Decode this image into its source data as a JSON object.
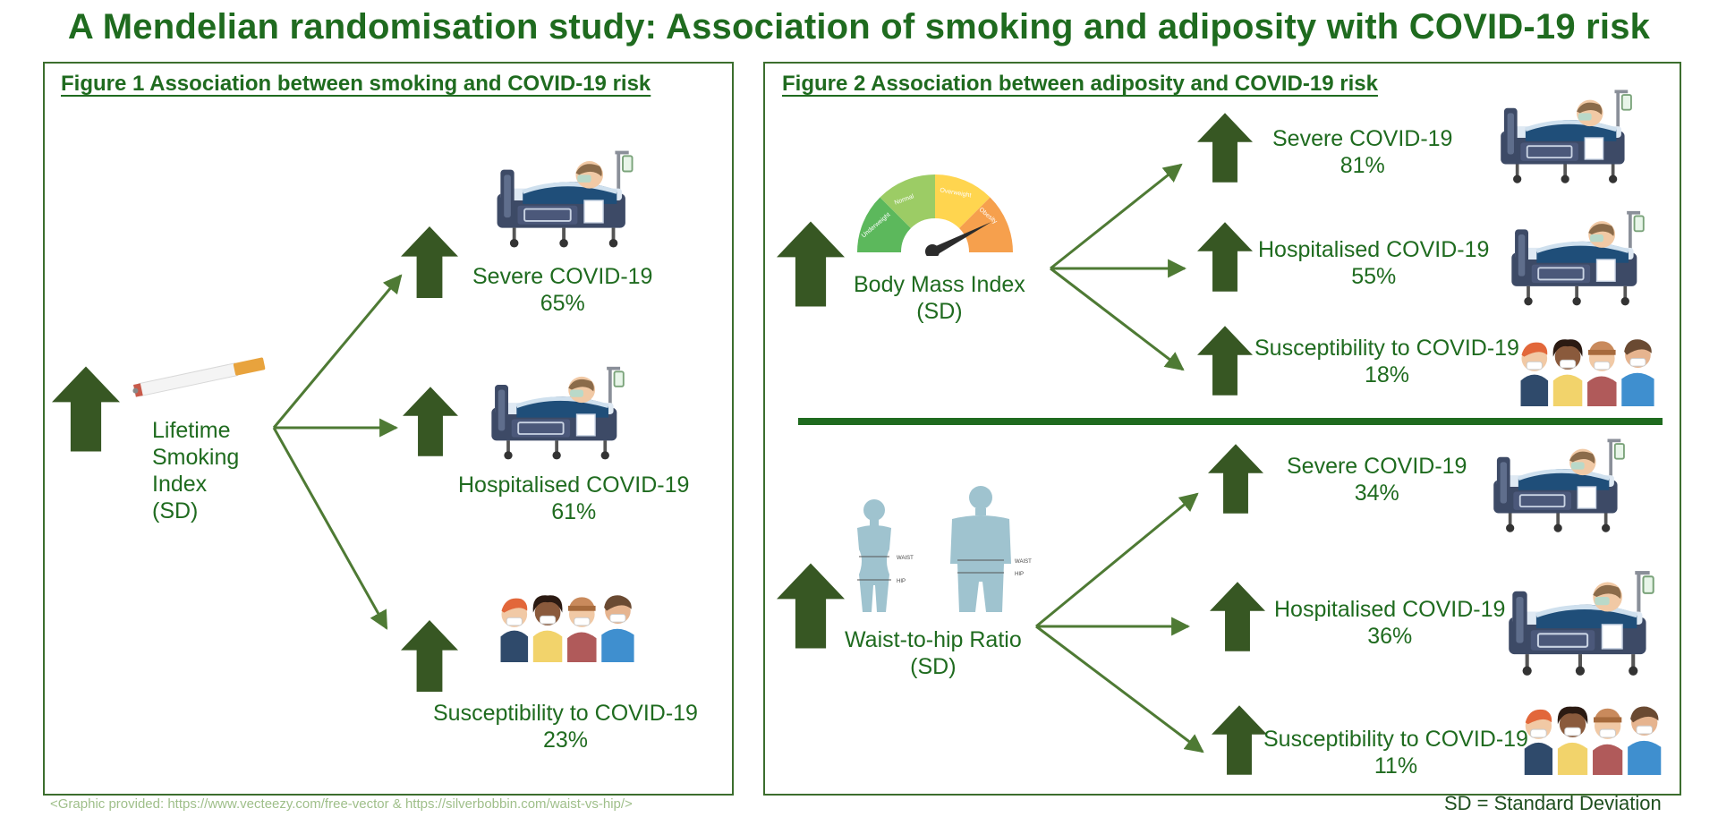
{
  "title": "A Mendelian randomisation study: Association of smoking and adiposity with COVID-19 risk",
  "figure1": {
    "title": "Figure 1 Association between smoking and COVID-19 risk",
    "exposure": [
      "Lifetime",
      "Smoking",
      "Index",
      "(SD)"
    ],
    "outcomes": [
      {
        "name": "Severe COVID-19",
        "value": "65%"
      },
      {
        "name": "Hospitalised COVID-19",
        "value": "61%"
      },
      {
        "name": "Susceptibility to COVID-19",
        "value": "23%"
      }
    ]
  },
  "figure2": {
    "title": "Figure 2 Association between adiposity and COVID-19 risk",
    "bmi": {
      "exposure": [
        "Body Mass Index",
        "(SD)"
      ],
      "gauge_labels": [
        "Underweight",
        "Normal",
        "Overweight",
        "Obesity"
      ],
      "outcomes": [
        {
          "name": "Severe COVID-19",
          "value": "81%"
        },
        {
          "name": "Hospitalised COVID-19",
          "value": "55%"
        },
        {
          "name": "Susceptibility to COVID-19",
          "value": "18%"
        }
      ]
    },
    "whr": {
      "exposure": [
        "Waist-to-hip Ratio",
        "(SD)"
      ],
      "body_labels": [
        "WAIST",
        "HIP"
      ],
      "outcomes": [
        {
          "name": "Severe COVID-19",
          "value": "34%"
        },
        {
          "name": "Hospitalised COVID-19",
          "value": "36%"
        },
        {
          "name": "Susceptibility to COVID-19",
          "value": "11%"
        }
      ]
    }
  },
  "footer": {
    "credit": "<Graphic provided: https://www.vecteezy.com/free-vector & https://silverbobbin.com/waist-vs-hip/>",
    "sd_note": "SD = Standard Deviation"
  },
  "colors": {
    "title_green": "#1f6b1f",
    "up_arrow": "#375723",
    "line_arrow": "#4e7a34",
    "gauge": [
      "#5cb85c",
      "#9ccc65",
      "#ffd54f",
      "#f6a04d"
    ]
  }
}
